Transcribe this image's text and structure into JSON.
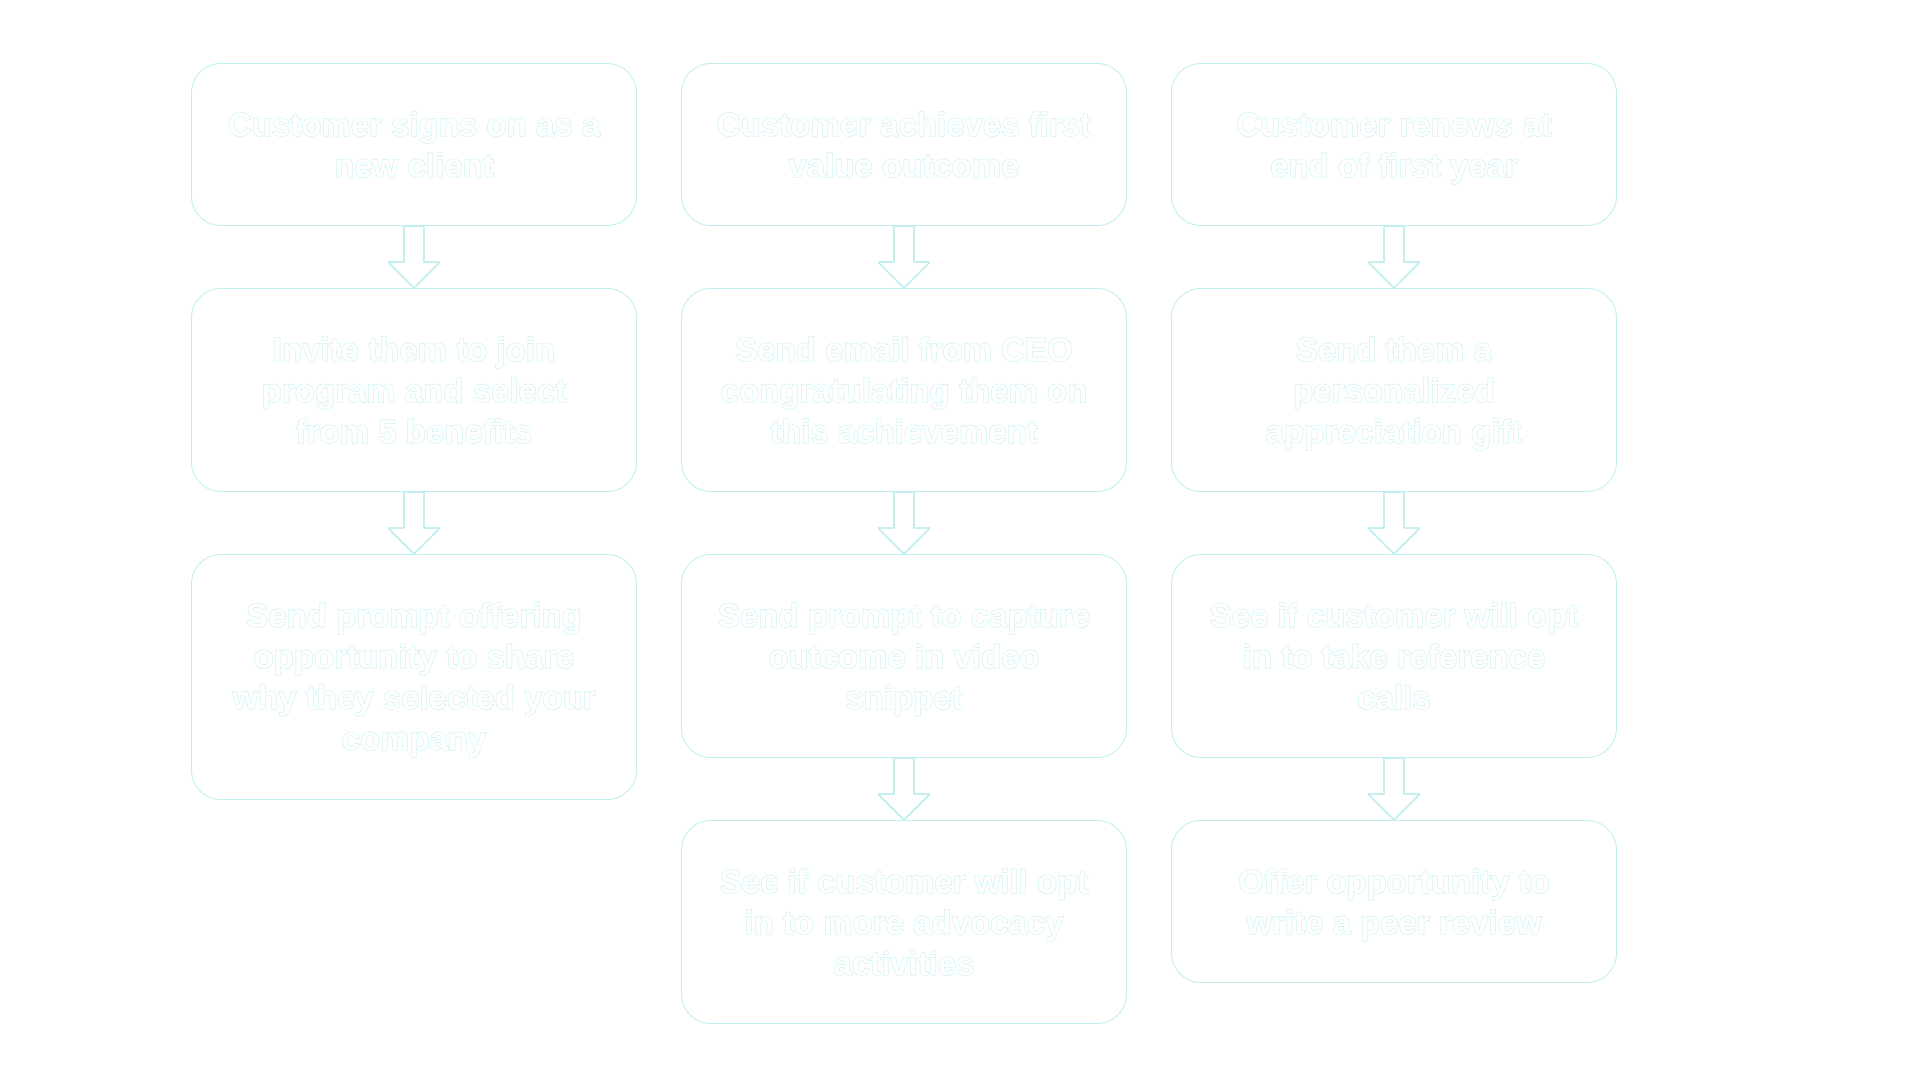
{
  "diagram": {
    "colors": {
      "box_border": "#bfeeee",
      "text_fill": "#ffffff",
      "text_outline": "#bfeeee",
      "arrow_outline": "#bfeeee",
      "background": "#ffffff"
    },
    "connector_icon": "down-arrow-icon",
    "columns": [
      {
        "steps": [
          {
            "text": "Customer signs on as a new client"
          },
          {
            "text": "Invite them to join program and select from 5 benefits"
          },
          {
            "text": "Send prompt offering opportunity to share why they selected your company"
          }
        ]
      },
      {
        "steps": [
          {
            "text": "Customer achieves first value outcome"
          },
          {
            "text": "Send email from CEO congratulating them on this achievement"
          },
          {
            "text": "Send prompt to capture outcome in video snippet"
          },
          {
            "text": "See if customer will opt in to more advocacy activities"
          }
        ]
      },
      {
        "steps": [
          {
            "text": "Customer renews at end of first year"
          },
          {
            "text": "Send them a personalized appreciation gift"
          },
          {
            "text": "See if customer will opt in to take reference calls"
          },
          {
            "text": "Offer opportunity to write a peer review"
          }
        ]
      }
    ]
  }
}
